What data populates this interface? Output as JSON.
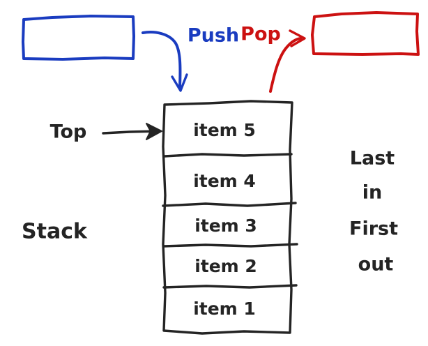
{
  "diagram": {
    "title": "Stack data structure (hand-drawn whiteboard sketch)",
    "background_color": "#ffffff",
    "ink_colors": {
      "black": "#242424",
      "blue": "#1a3cc0",
      "red": "#cc1111"
    },
    "labels": {
      "top": "Top",
      "stack": "Stack",
      "push": "Push",
      "pop": "Pop"
    },
    "mnemonic": {
      "lines": [
        "Last",
        "in",
        "First",
        "out"
      ]
    },
    "input_box": {
      "name": "push-source-box",
      "color": "#1a3cc0",
      "text": ""
    },
    "output_box": {
      "name": "pop-target-box",
      "color": "#cc1111",
      "text": ""
    },
    "stack": {
      "orientation": "top-is-first-cell",
      "top_index": 0,
      "cells": [
        {
          "label": "item 5"
        },
        {
          "label": "item 4"
        },
        {
          "label": "item 3"
        },
        {
          "label": "item 2"
        },
        {
          "label": "item 1"
        }
      ]
    },
    "arrows": [
      {
        "name": "push-arrow",
        "color": "#1a3cc0",
        "from": "input-box",
        "to": "stack-top",
        "label": "Push"
      },
      {
        "name": "pop-arrow",
        "color": "#cc1111",
        "from": "stack-top",
        "to": "output-box",
        "label": "Pop"
      },
      {
        "name": "top-pointer-arrow",
        "color": "#242424",
        "from": "top-label",
        "to": "stack-cell-0",
        "label": "Top"
      }
    ]
  }
}
